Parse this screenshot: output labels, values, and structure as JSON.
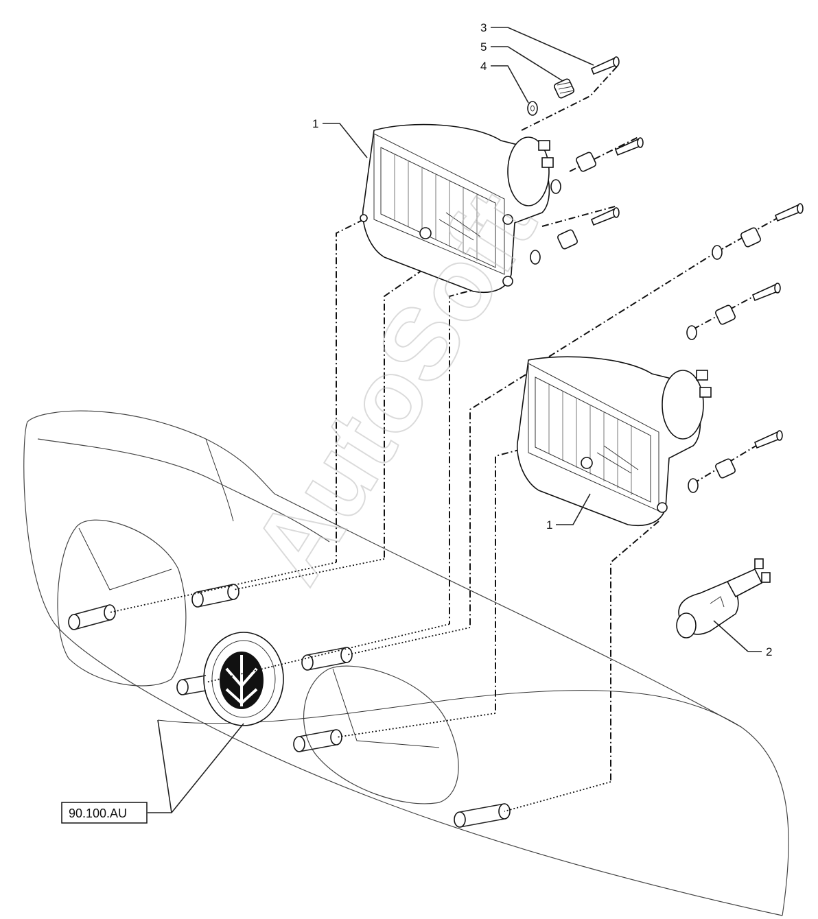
{
  "diagram": {
    "watermark": "AutoSoft",
    "callouts": {
      "part_1_upper": "1",
      "part_1_lower": "1",
      "part_2": "2",
      "part_3": "3",
      "part_4": "4",
      "part_5": "5"
    },
    "reference_box": "90.100.AU",
    "parts": [
      {
        "ref": "1",
        "icon": "headlamp-icon"
      },
      {
        "ref": "2",
        "icon": "bulb-icon"
      },
      {
        "ref": "3",
        "icon": "screw-icon"
      },
      {
        "ref": "4",
        "icon": "washer-icon"
      },
      {
        "ref": "5",
        "icon": "spring-icon"
      }
    ]
  }
}
